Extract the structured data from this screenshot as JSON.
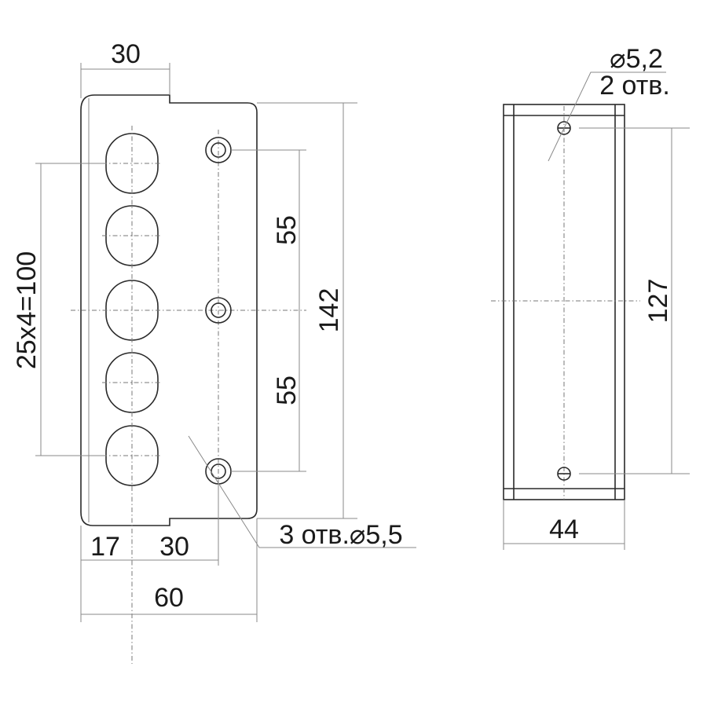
{
  "front_view": {
    "dim_top_width": "30",
    "dim_height_total": "142",
    "dim_hole_spacing_upper": "55",
    "dim_hole_spacing_lower": "55",
    "dim_oval_pitch": "25x4=100",
    "dim_edge_offset": "17",
    "dim_hole_offset": "30",
    "dim_total_width": "60",
    "hole_note": "3 отв.⌀5,5"
  },
  "side_view": {
    "hole_note_diameter": "⌀5,2",
    "hole_note_count": "2 отв.",
    "dim_hole_spacing": "127",
    "dim_width": "44"
  }
}
